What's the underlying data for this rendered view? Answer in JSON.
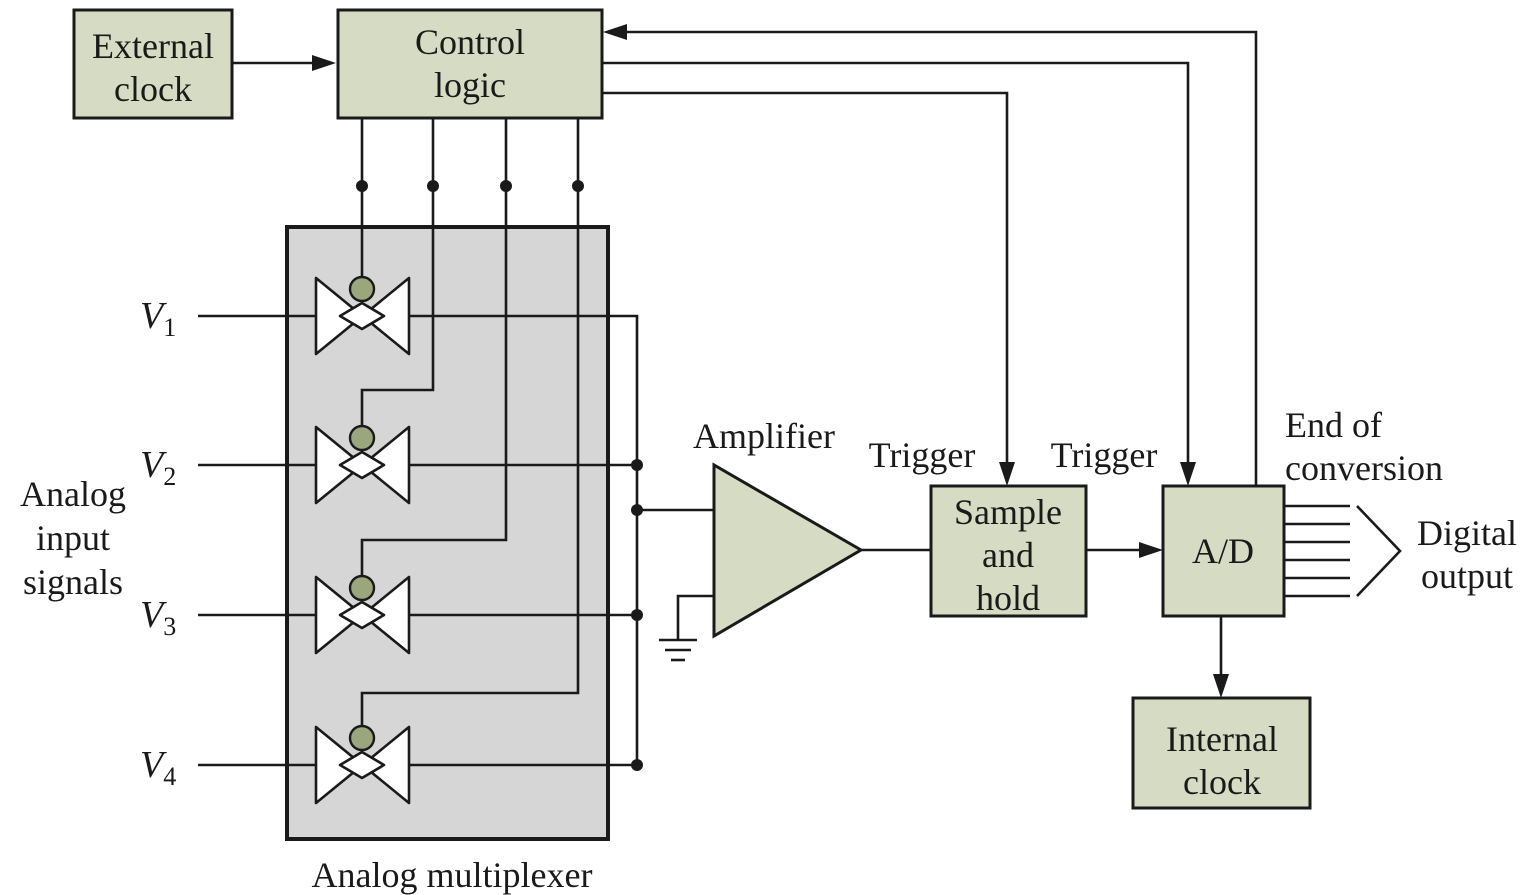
{
  "blocks": {
    "external_clock": [
      "External",
      "clock"
    ],
    "control_logic": [
      "Control",
      "logic"
    ],
    "sample_hold": [
      "Sample",
      "and",
      "hold"
    ],
    "ad": "A/D",
    "internal_clock": [
      "Internal",
      "clock"
    ]
  },
  "labels": {
    "amplifier": "Amplifier",
    "trigger_sh": "Trigger",
    "trigger_ad": "Trigger",
    "end_of_conversion": [
      "End of",
      "conversion"
    ],
    "digital_output": [
      "Digital",
      "output"
    ],
    "analog_inputs": [
      "Analog",
      "input",
      "signals"
    ],
    "multiplexer": "Analog multiplexer"
  },
  "inputs": [
    {
      "symbol": "V",
      "sub": "1"
    },
    {
      "symbol": "V",
      "sub": "2"
    },
    {
      "symbol": "V",
      "sub": "3"
    },
    {
      "symbol": "V",
      "sub": "4"
    }
  ],
  "colors": {
    "block_fill": "#d6dcc3",
    "mux_fill": "#d6d6d6",
    "bubble_fill": "#9aa67b",
    "line": "#1a1a1a"
  }
}
